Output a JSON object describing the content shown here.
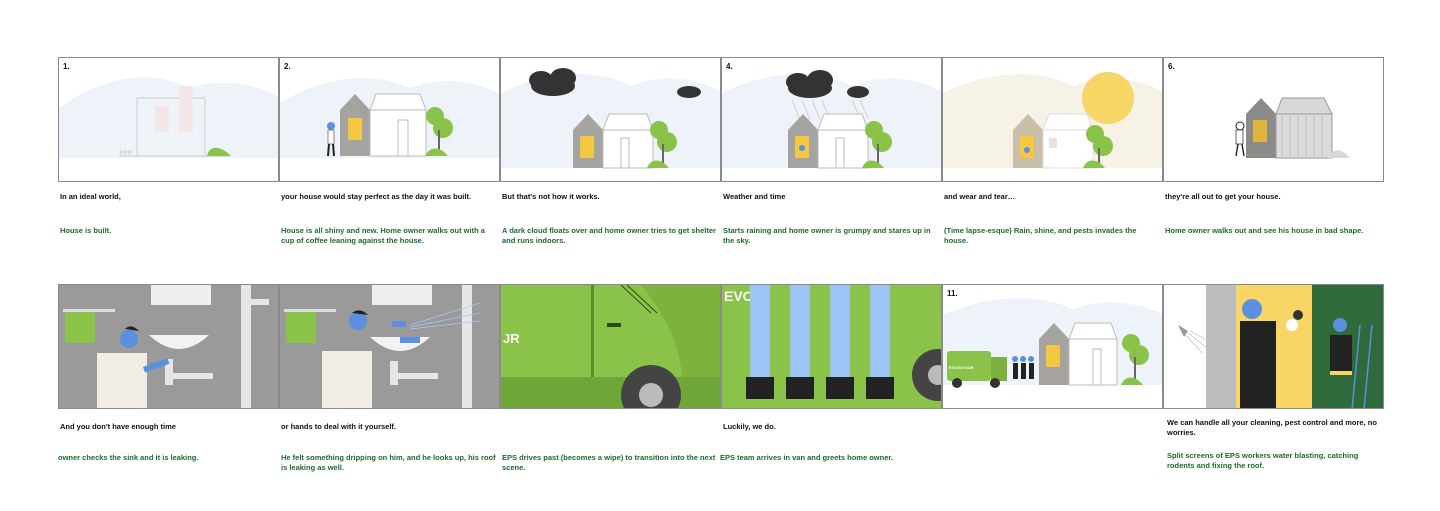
{
  "panels": [
    {
      "number": "1.",
      "caption": "In an ideal world,",
      "note": "House is built."
    },
    {
      "number": "2.",
      "caption": "your house would stay perfect as the day it was built.",
      "note": "House is all shiny and new. Home owner walks out with a cup of coffee leaning against the house."
    },
    {
      "number": "",
      "caption": "But that's not how it works.",
      "note": "A dark cloud floats over and home owner tries to get shelter and runs indoors."
    },
    {
      "number": "4.",
      "caption": "Weather and time",
      "note": "Starts raining and home owner is grumpy and stares up in the sky."
    },
    {
      "number": "",
      "caption": "and wear and tear…",
      "note": "(Time lapse-esque) Rain, shine, and pests invades the house."
    },
    {
      "number": "6.",
      "caption": "they're all out to get your house.",
      "note": "Home owner walks out and see his house in bad shape."
    },
    {
      "number": "",
      "caption": "And you don't have enough time",
      "note": "owner checks the sink and it is leaking."
    },
    {
      "number": "",
      "caption": "or hands to deal with it yourself.",
      "note": "He felt something dripping on him, and he looks up, his roof is leaking as well."
    },
    {
      "number": "",
      "caption": "",
      "note": "EPS drives past (becomes a wipe) to transition into the next scene.",
      "van_text": "JR"
    },
    {
      "number": "",
      "caption": "Luckily, we do.",
      "note": "EPS team arrives in van and greets home owner.",
      "van_text": "EVOU"
    },
    {
      "number": "11.",
      "caption": "",
      "note": "",
      "van_text": "EXCELVOUR"
    },
    {
      "number": "",
      "caption": "We can handle all your cleaning, pest control and more, no worries.",
      "note": "Split screens of EPS workers water blasting, catching rodents and fixing the roof."
    }
  ],
  "colors": {
    "green": "#8bc34a",
    "dark_green": "#1e6b2d",
    "sun": "#f7d666",
    "window": "#f5c842",
    "house_grey": "#a5a3a0",
    "cloud_dark": "#333333",
    "skin_blue": "#5b8fe0",
    "bathroom_grey": "#9a9a9a"
  }
}
